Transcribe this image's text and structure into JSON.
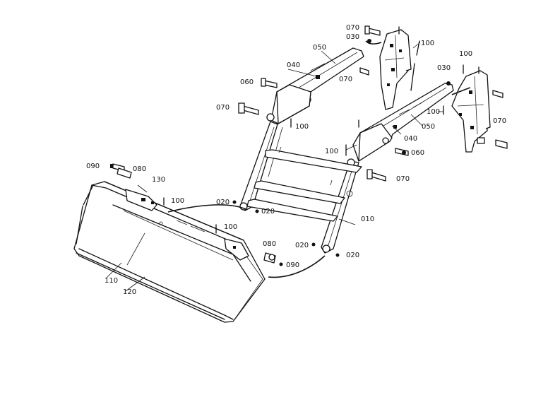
{
  "parts": {
    "p010": "010",
    "p020": "020",
    "p030": "030",
    "p040": "040",
    "p050": "050",
    "p060": "060",
    "p070": "070",
    "p080": "080",
    "p090": "090",
    "p100": "100",
    "p110": "110",
    "p120": "120",
    "p130": "130"
  }
}
